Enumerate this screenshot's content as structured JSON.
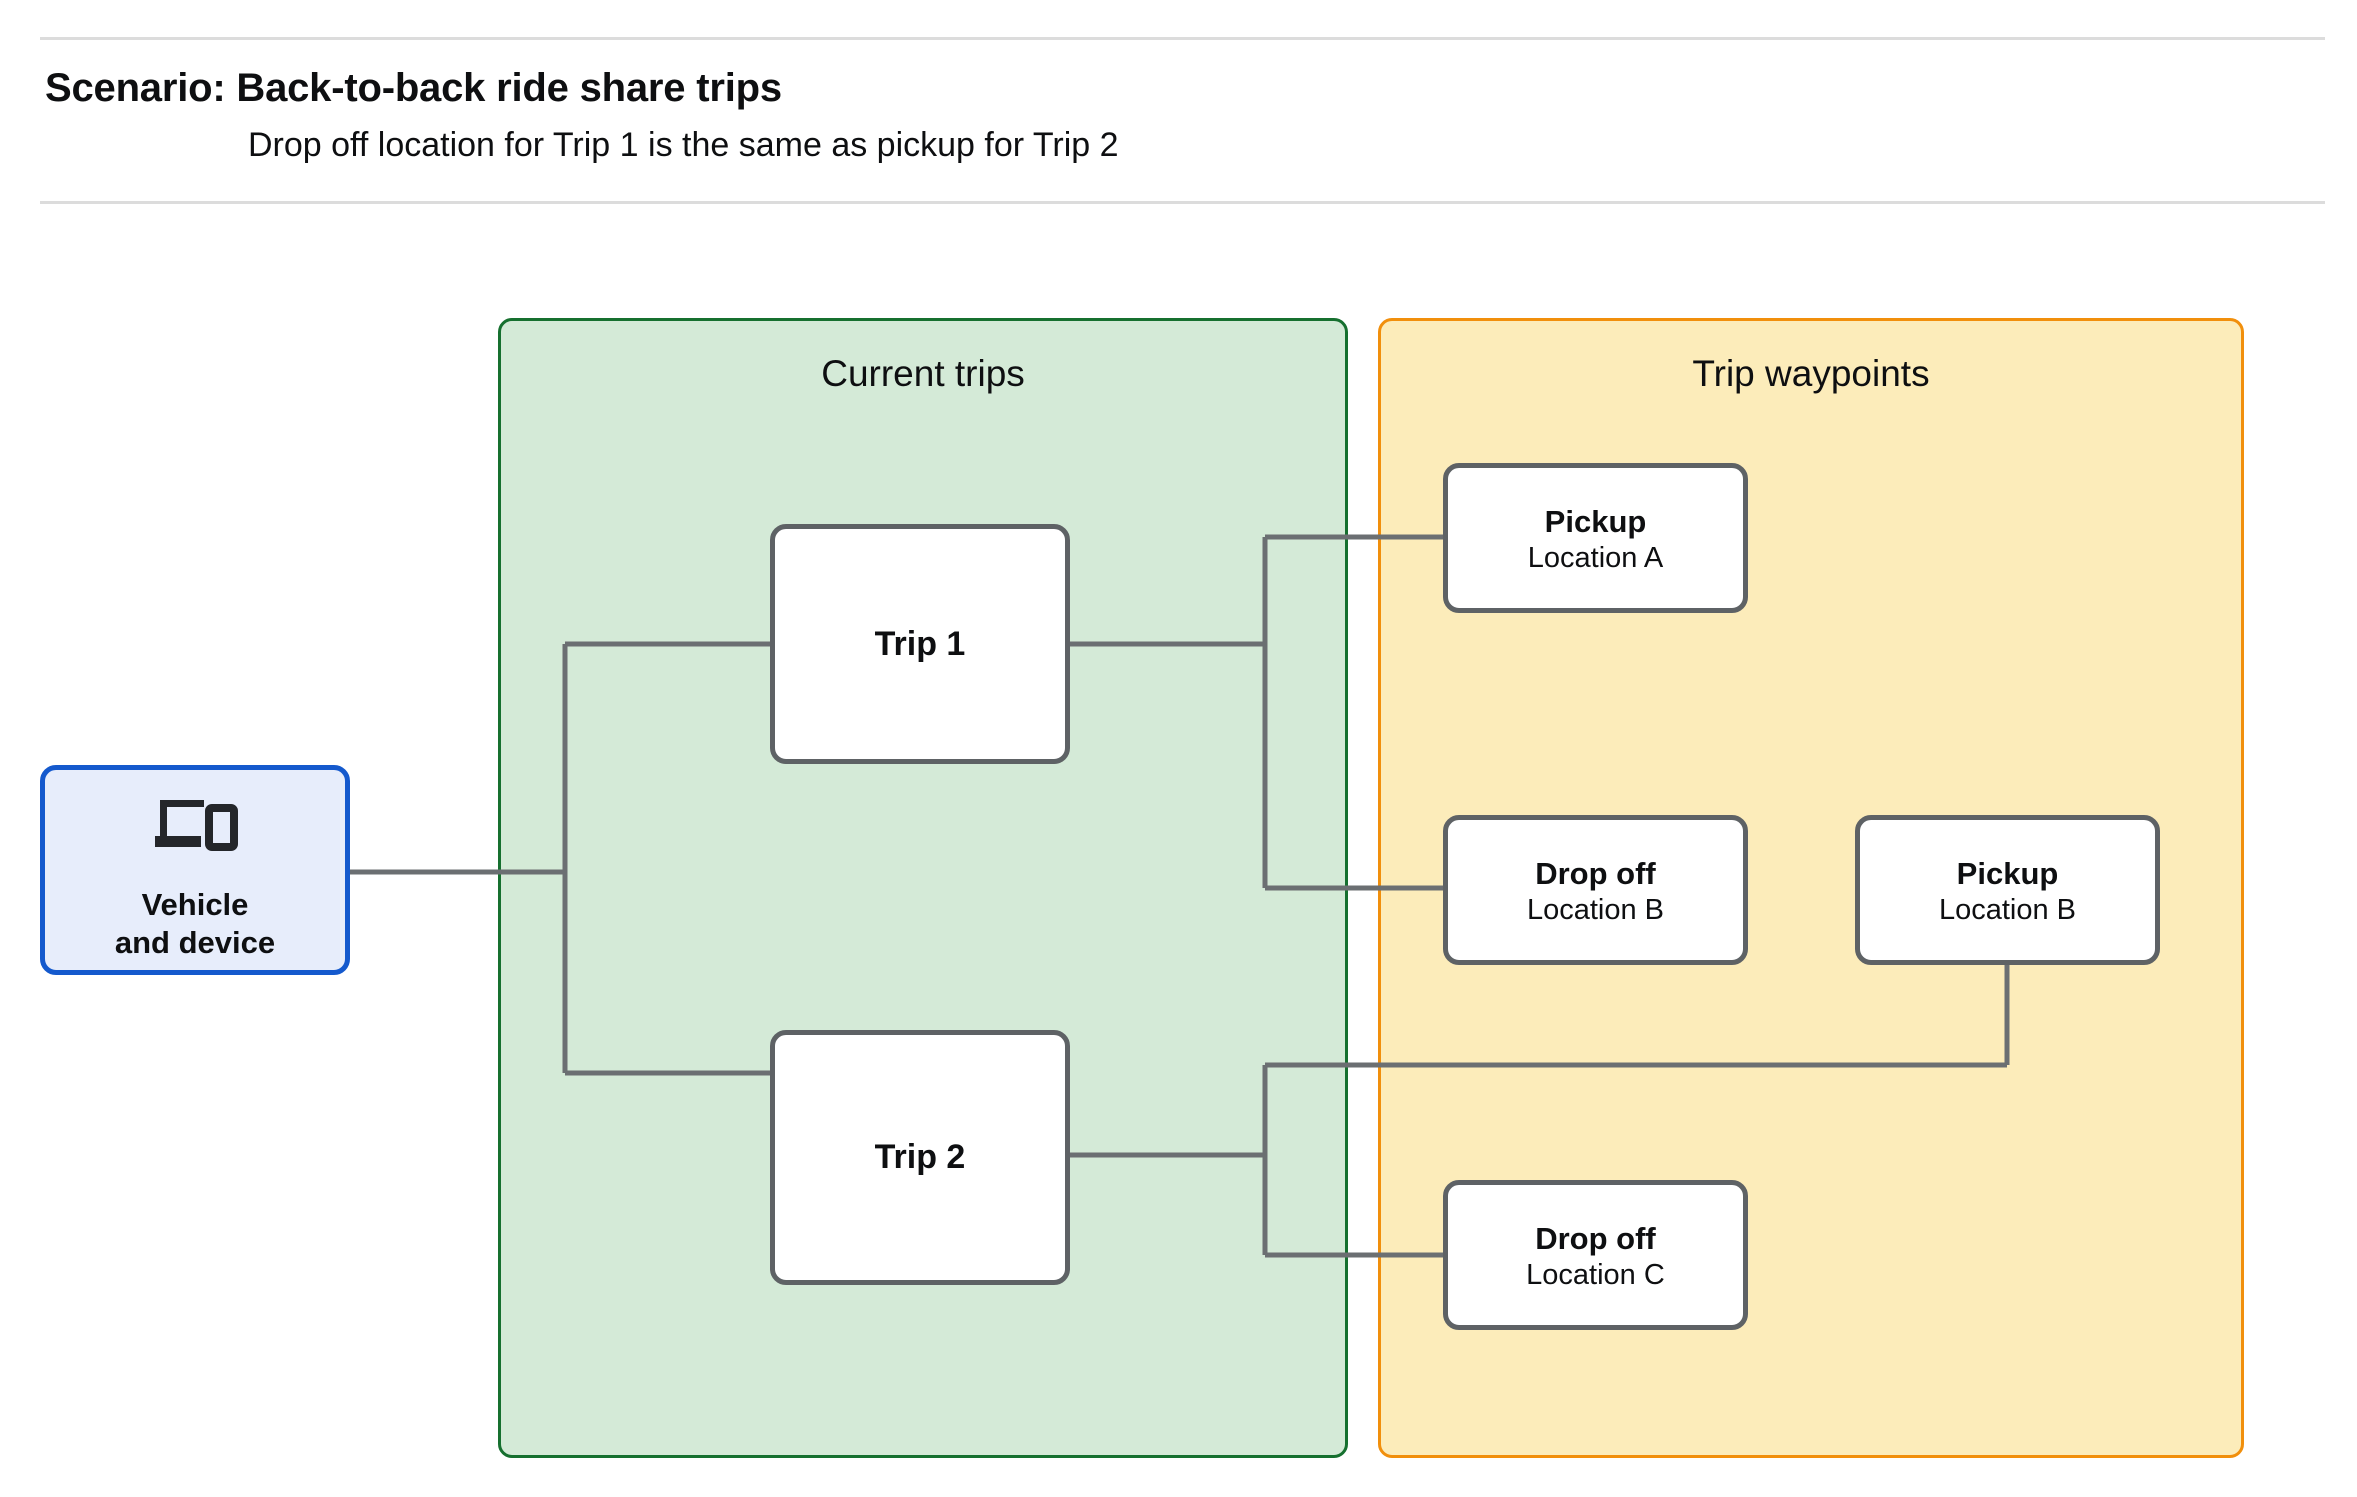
{
  "header": {
    "title": "Scenario: Back-to-back ride share trips",
    "subtitle": "Drop off  location for Trip 1 is the same as pickup for Trip 2"
  },
  "panels": {
    "current_trips": {
      "title": "Current trips",
      "fill": "#d4ead7",
      "border": "#16702f"
    },
    "trip_waypoints": {
      "title": "Trip waypoints",
      "fill": "#fcecba",
      "border": "#f18f0c"
    }
  },
  "vehicle_device": {
    "icon": "devices-icon",
    "label": "Vehicle\nand device",
    "fill": "#e7edfb",
    "border": "#1459cd"
  },
  "trips": [
    {
      "label": "Trip 1"
    },
    {
      "label": "Trip 2"
    }
  ],
  "waypoints": [
    {
      "id": "pickup-a",
      "kind": "Pickup",
      "location": "Location A"
    },
    {
      "id": "dropoff-b",
      "kind": "Drop off",
      "location": "Location B"
    },
    {
      "id": "pickup-b",
      "kind": "Pickup",
      "location": "Location B"
    },
    {
      "id": "dropoff-c",
      "kind": "Drop off",
      "location": "Location C"
    }
  ],
  "colors": {
    "node_border": "#5e6265",
    "connector": "#6b6f72",
    "rule": "#dcdcdc",
    "text": "#0e0f11"
  }
}
